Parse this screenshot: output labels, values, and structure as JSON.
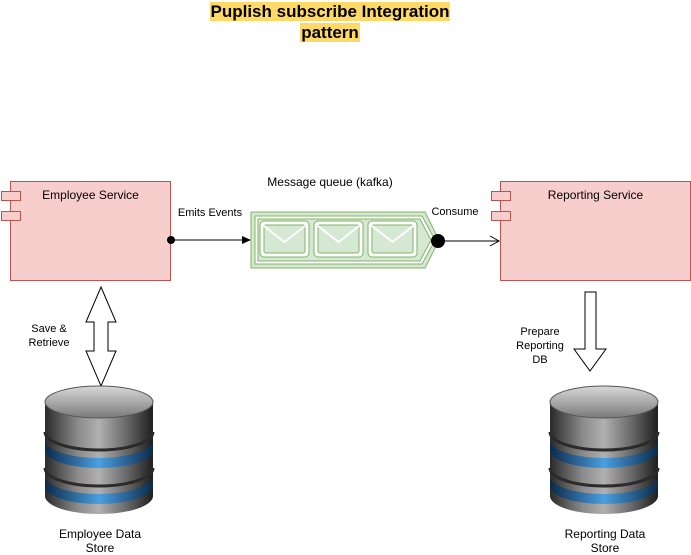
{
  "title": {
    "line1": "Puplish subscribe Integration",
    "line2": "pattern"
  },
  "components": {
    "employee_service": "Employee Service",
    "reporting_service": "Reporting Service"
  },
  "queue": {
    "label": "Message queue (kafka)",
    "message_count": 3
  },
  "edges": {
    "emits": "Emits Events",
    "consume": "Consume",
    "save_retrieve": [
      "Save &",
      "Retrieve"
    ],
    "prepare": [
      "Prepare",
      "Reporting",
      "DB"
    ]
  },
  "stores": {
    "employee": [
      "Employee Data",
      "Store"
    ],
    "reporting": [
      "Reporting Data",
      "Store"
    ]
  },
  "colors": {
    "title_highlight": "#ffd966",
    "component_fill": "#f8cecc",
    "component_stroke": "#b85450",
    "queue_fill": "#d5e8d4",
    "queue_stroke": "#82b366",
    "db_body": "#6a6a6a",
    "db_band": "#4a9fe0"
  }
}
